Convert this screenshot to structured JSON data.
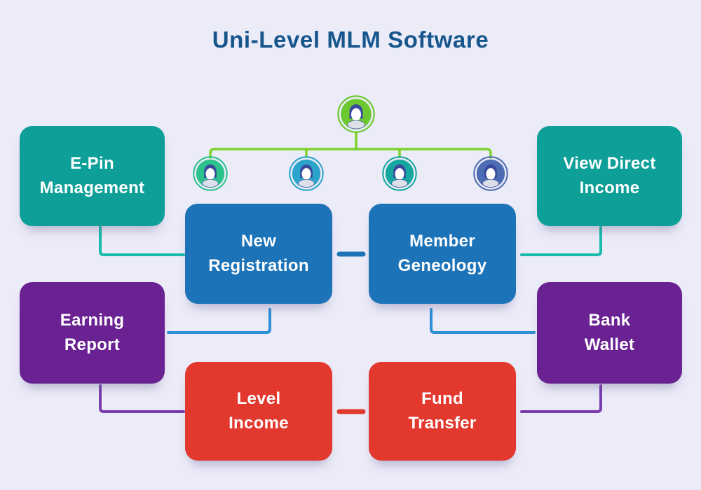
{
  "title": "Uni-Level MLM Software",
  "title_color": "#17568C",
  "background_color": "#ECEBF8",
  "boxes": [
    {
      "id": "e-pin-management",
      "lines": [
        "E-Pin",
        "Management"
      ],
      "color": "#0E9F98"
    },
    {
      "id": "new-registration",
      "lines": [
        "New",
        "Registration"
      ],
      "color": "#1D73B7"
    },
    {
      "id": "member-geneology",
      "lines": [
        "Member",
        "Geneology"
      ],
      "color": "#1D73B7"
    },
    {
      "id": "view-direct-income",
      "lines": [
        "View Direct",
        "Income"
      ],
      "color": "#0E9F98"
    },
    {
      "id": "earning-report",
      "lines": [
        "Earning",
        "Report"
      ],
      "color": "#6A2292"
    },
    {
      "id": "bank-wallet",
      "lines": [
        "Bank",
        "Wallet"
      ],
      "color": "#6A2292"
    },
    {
      "id": "level-income",
      "lines": [
        "Level",
        "Income"
      ],
      "color": "#E2382E"
    },
    {
      "id": "fund-transfer",
      "lines": [
        "Fund",
        "Transfer"
      ],
      "color": "#E2382E"
    }
  ],
  "genealogy": {
    "root_icon": "person-icon",
    "member_icon": "person-icon",
    "root_color": "#6BC92F",
    "member_colors": [
      "#2BC28C",
      "#2AA4CB",
      "#15A7A0",
      "#4D6CB3"
    ],
    "line_color": "#7DD32B",
    "icon_hair_color": "#3A489C",
    "icon_face_color": "#FFFFFF",
    "icon_body_color": "#DDE0E8"
  },
  "connectors": {
    "teal": "#17BCAB",
    "blue": "#2D8FD5",
    "purple": "#7B3CAE",
    "blue_dash": "#1D73B7",
    "red_dash": "#E2382E"
  }
}
